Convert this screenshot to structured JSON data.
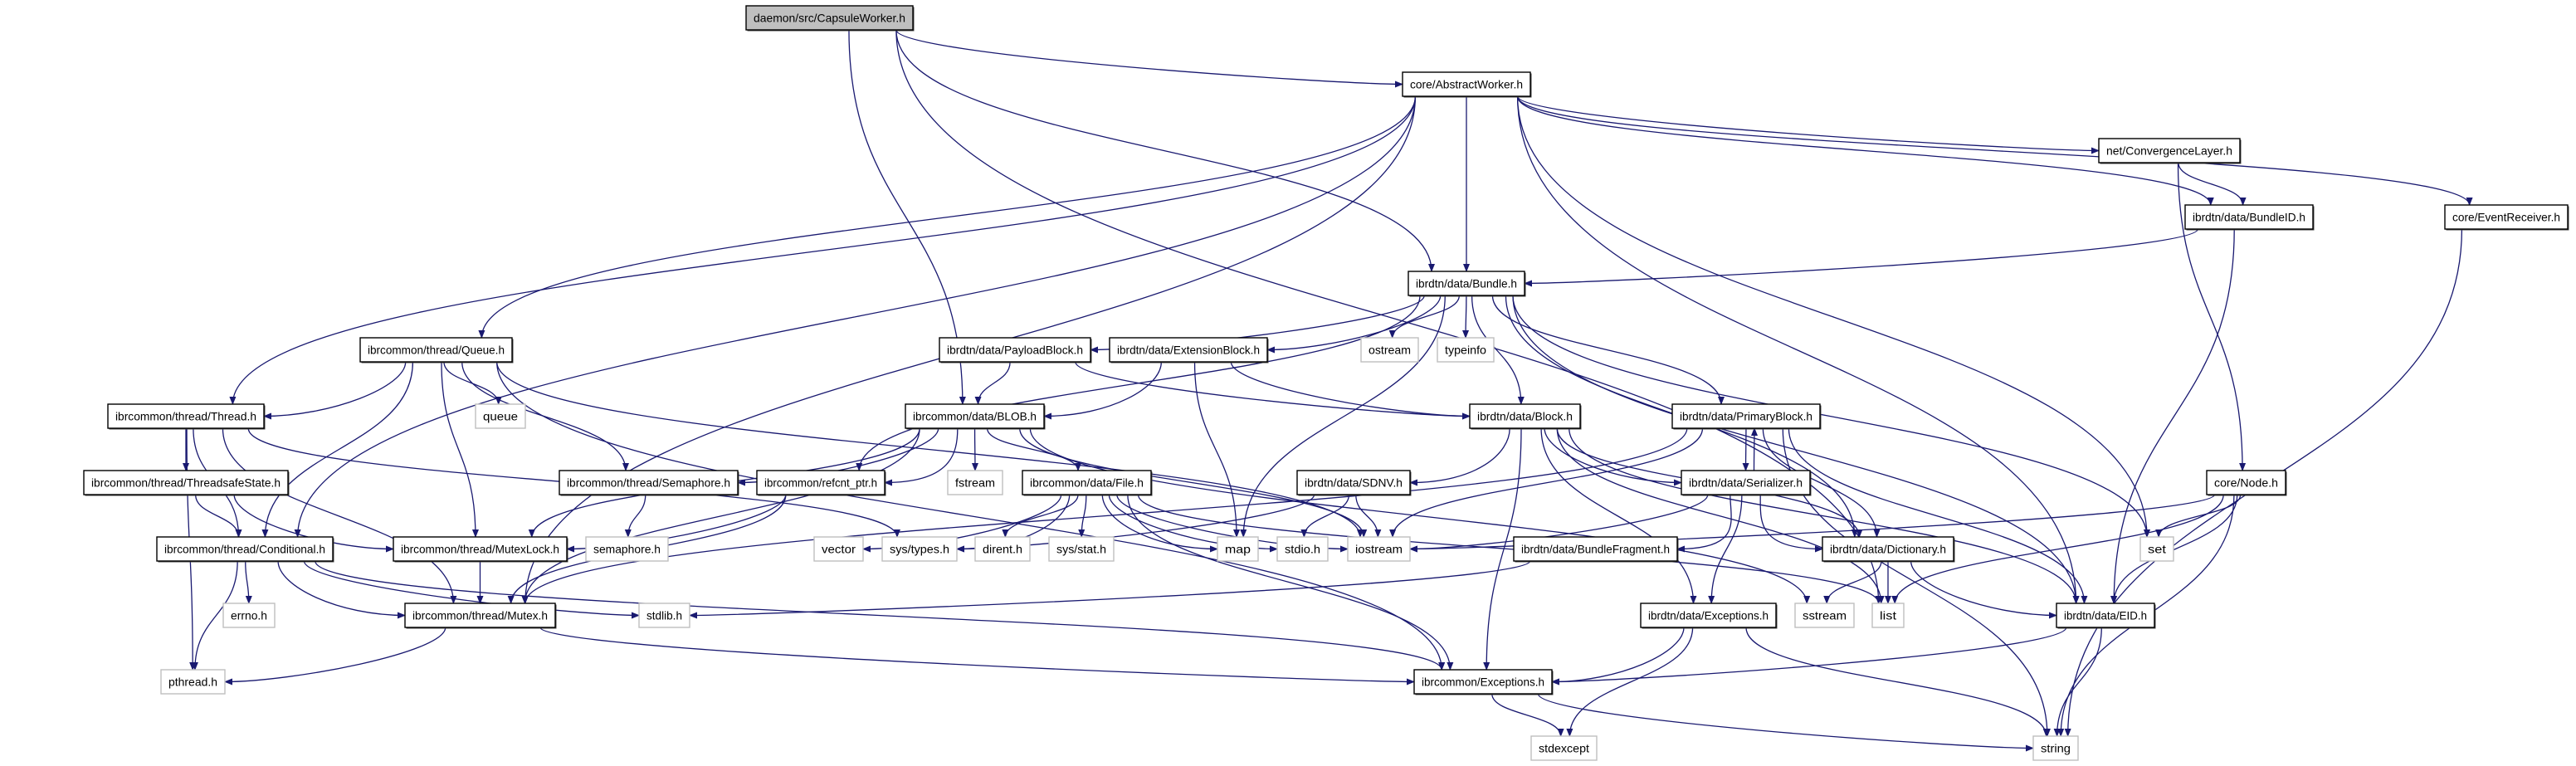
{
  "colors": {
    "edge": "#191970",
    "root_fill": "#bfbfbf",
    "documented_border": "#000000",
    "system_border": "#bfbfbf",
    "node_fill": "#ffffff"
  },
  "nodes": [
    {
      "id": "capsule",
      "label": "daemon/src/CapsuleWorker.h",
      "kind": "root"
    },
    {
      "id": "abstractworker",
      "label": "core/AbstractWorker.h",
      "kind": "documented"
    },
    {
      "id": "convergencelayer",
      "label": "net/ConvergenceLayer.h",
      "kind": "documented"
    },
    {
      "id": "bundleid",
      "label": "ibrdtn/data/BundleID.h",
      "kind": "documented"
    },
    {
      "id": "eventreceiver",
      "label": "core/EventReceiver.h",
      "kind": "documented"
    },
    {
      "id": "bundle",
      "label": "ibrdtn/data/Bundle.h",
      "kind": "documented"
    },
    {
      "id": "queue",
      "label": "ibrcommon/thread/Queue.h",
      "kind": "documented"
    },
    {
      "id": "payloadblock",
      "label": "ibrdtn/data/PayloadBlock.h",
      "kind": "documented"
    },
    {
      "id": "extensionblock",
      "label": "ibrdtn/data/ExtensionBlock.h",
      "kind": "documented"
    },
    {
      "id": "ostream",
      "label": "ostream",
      "kind": "system"
    },
    {
      "id": "typeinfo",
      "label": "typeinfo",
      "kind": "system"
    },
    {
      "id": "thread",
      "label": "ibrcommon/thread/Thread.h",
      "kind": "documented"
    },
    {
      "id": "queue_std",
      "label": "queue",
      "kind": "system"
    },
    {
      "id": "blob",
      "label": "ibrcommon/data/BLOB.h",
      "kind": "documented"
    },
    {
      "id": "block",
      "label": "ibrdtn/data/Block.h",
      "kind": "documented"
    },
    {
      "id": "primaryblock",
      "label": "ibrdtn/data/PrimaryBlock.h",
      "kind": "documented"
    },
    {
      "id": "threadsafestate",
      "label": "ibrcommon/thread/ThreadsafeState.h",
      "kind": "documented"
    },
    {
      "id": "semaphore",
      "label": "ibrcommon/thread/Semaphore.h",
      "kind": "documented"
    },
    {
      "id": "refcnt",
      "label": "ibrcommon/refcnt_ptr.h",
      "kind": "documented"
    },
    {
      "id": "fstream",
      "label": "fstream",
      "kind": "system"
    },
    {
      "id": "file",
      "label": "ibrcommon/data/File.h",
      "kind": "documented"
    },
    {
      "id": "sdnv",
      "label": "ibrdtn/data/SDNV.h",
      "kind": "documented"
    },
    {
      "id": "serializer",
      "label": "ibrdtn/data/Serializer.h",
      "kind": "documented"
    },
    {
      "id": "node",
      "label": "core/Node.h",
      "kind": "documented"
    },
    {
      "id": "conditional",
      "label": "ibrcommon/thread/Conditional.h",
      "kind": "documented"
    },
    {
      "id": "mutexlock",
      "label": "ibrcommon/thread/MutexLock.h",
      "kind": "documented"
    },
    {
      "id": "semaphore_h",
      "label": "semaphore.h",
      "kind": "system"
    },
    {
      "id": "vector",
      "label": "vector",
      "kind": "system"
    },
    {
      "id": "systypes",
      "label": "sys/types.h",
      "kind": "system"
    },
    {
      "id": "dirent",
      "label": "dirent.h",
      "kind": "system"
    },
    {
      "id": "sysstat",
      "label": "sys/stat.h",
      "kind": "system"
    },
    {
      "id": "map",
      "label": "map",
      "kind": "system"
    },
    {
      "id": "stdio",
      "label": "stdio.h",
      "kind": "system"
    },
    {
      "id": "iostream",
      "label": "iostream",
      "kind": "system"
    },
    {
      "id": "bundlefragment",
      "label": "ibrdtn/data/BundleFragment.h",
      "kind": "documented"
    },
    {
      "id": "dictionary",
      "label": "ibrdtn/data/Dictionary.h",
      "kind": "documented"
    },
    {
      "id": "set",
      "label": "set",
      "kind": "system"
    },
    {
      "id": "errno",
      "label": "errno.h",
      "kind": "system"
    },
    {
      "id": "mutex",
      "label": "ibrcommon/thread/Mutex.h",
      "kind": "documented"
    },
    {
      "id": "stdlib",
      "label": "stdlib.h",
      "kind": "system"
    },
    {
      "id": "dataexceptions",
      "label": "ibrdtn/data/Exceptions.h",
      "kind": "documented"
    },
    {
      "id": "sstream",
      "label": "sstream",
      "kind": "system"
    },
    {
      "id": "list",
      "label": "list",
      "kind": "system"
    },
    {
      "id": "eid",
      "label": "ibrdtn/data/EID.h",
      "kind": "documented"
    },
    {
      "id": "pthread",
      "label": "pthread.h",
      "kind": "system"
    },
    {
      "id": "exceptions",
      "label": "ibrcommon/Exceptions.h",
      "kind": "documented"
    },
    {
      "id": "stdexcept",
      "label": "stdexcept",
      "kind": "system"
    },
    {
      "id": "string",
      "label": "string",
      "kind": "system"
    }
  ],
  "edges": [
    [
      "capsule",
      "abstractworker"
    ],
    [
      "capsule",
      "bundle"
    ],
    [
      "capsule",
      "blob"
    ],
    [
      "capsule",
      "list"
    ],
    [
      "abstractworker",
      "queue"
    ],
    [
      "abstractworker",
      "thread"
    ],
    [
      "abstractworker",
      "conditional"
    ],
    [
      "abstractworker",
      "mutex"
    ],
    [
      "abstractworker",
      "bundle"
    ],
    [
      "abstractworker",
      "convergencelayer"
    ],
    [
      "abstractworker",
      "bundleid"
    ],
    [
      "abstractworker",
      "eventreceiver"
    ],
    [
      "abstractworker",
      "set"
    ],
    [
      "abstractworker",
      "eid"
    ],
    [
      "convergencelayer",
      "bundleid"
    ],
    [
      "convergencelayer",
      "node"
    ],
    [
      "bundleid",
      "bundle"
    ],
    [
      "bundleid",
      "eid"
    ],
    [
      "eventreceiver",
      "string"
    ],
    [
      "bundle",
      "payloadblock"
    ],
    [
      "bundle",
      "extensionblock"
    ],
    [
      "bundle",
      "ostream"
    ],
    [
      "bundle",
      "typeinfo"
    ],
    [
      "bundle",
      "map"
    ],
    [
      "bundle",
      "block"
    ],
    [
      "bundle",
      "primaryblock"
    ],
    [
      "bundle",
      "dictionary"
    ],
    [
      "bundle",
      "eid"
    ],
    [
      "bundle",
      "set"
    ],
    [
      "bundle",
      "refcnt"
    ],
    [
      "queue",
      "thread"
    ],
    [
      "queue",
      "queue_std"
    ],
    [
      "queue",
      "conditional"
    ],
    [
      "queue",
      "semaphore"
    ],
    [
      "queue",
      "mutexlock"
    ],
    [
      "queue",
      "exceptions"
    ],
    [
      "queue",
      "iostream"
    ],
    [
      "thread",
      "threadsafestate"
    ],
    [
      "thread",
      "conditional"
    ],
    [
      "thread",
      "mutex"
    ],
    [
      "thread",
      "pthread"
    ],
    [
      "thread",
      "systypes"
    ],
    [
      "threadsafestate",
      "conditional"
    ],
    [
      "threadsafestate",
      "mutexlock"
    ],
    [
      "conditional",
      "errno"
    ],
    [
      "conditional",
      "pthread"
    ],
    [
      "conditional",
      "mutex"
    ],
    [
      "conditional",
      "stdlib"
    ],
    [
      "conditional",
      "exceptions"
    ],
    [
      "mutexlock",
      "mutex"
    ],
    [
      "mutex",
      "pthread"
    ],
    [
      "mutex",
      "exceptions"
    ],
    [
      "semaphore",
      "semaphore_h"
    ],
    [
      "refcnt",
      "mutexlock"
    ],
    [
      "refcnt",
      "mutex"
    ],
    [
      "blob",
      "refcnt"
    ],
    [
      "blob",
      "semaphore"
    ],
    [
      "blob",
      "mutexlock"
    ],
    [
      "blob",
      "fstream"
    ],
    [
      "blob",
      "file"
    ],
    [
      "blob",
      "iostream"
    ],
    [
      "blob",
      "mutex"
    ],
    [
      "blob",
      "sstream"
    ],
    [
      "file",
      "vector"
    ],
    [
      "file",
      "systypes"
    ],
    [
      "file",
      "dirent"
    ],
    [
      "file",
      "sysstat"
    ],
    [
      "file",
      "map"
    ],
    [
      "file",
      "stdio"
    ],
    [
      "file",
      "iostream"
    ],
    [
      "file",
      "exceptions"
    ],
    [
      "file",
      "list"
    ],
    [
      "payloadblock",
      "blob"
    ],
    [
      "payloadblock",
      "block"
    ],
    [
      "extensionblock",
      "blob"
    ],
    [
      "extensionblock",
      "block"
    ],
    [
      "extensionblock",
      "map"
    ],
    [
      "block",
      "sdnv"
    ],
    [
      "block",
      "serializer"
    ],
    [
      "block",
      "dictionary"
    ],
    [
      "block",
      "eid"
    ],
    [
      "block",
      "list"
    ],
    [
      "block",
      "dataexceptions"
    ],
    [
      "block",
      "exceptions"
    ],
    [
      "sdnv",
      "systypes"
    ],
    [
      "sdnv",
      "stdio"
    ],
    [
      "sdnv",
      "iostream"
    ],
    [
      "primaryblock",
      "serializer"
    ],
    [
      "primaryblock",
      "iostream"
    ],
    [
      "primaryblock",
      "mutex"
    ],
    [
      "primaryblock",
      "dictionary"
    ],
    [
      "primaryblock",
      "eid"
    ],
    [
      "primaryblock",
      "string"
    ],
    [
      "serializer",
      "primaryblock"
    ],
    [
      "serializer",
      "dictionary"
    ],
    [
      "serializer",
      "dataexceptions"
    ],
    [
      "serializer",
      "bundlefragment"
    ],
    [
      "serializer",
      "iostream"
    ],
    [
      "bundlefragment",
      "stdlib"
    ],
    [
      "dictionary",
      "sstream"
    ],
    [
      "dictionary",
      "list"
    ],
    [
      "dictionary",
      "eid"
    ],
    [
      "dataexceptions",
      "exceptions"
    ],
    [
      "dataexceptions",
      "stdexcept"
    ],
    [
      "dataexceptions",
      "string"
    ],
    [
      "eid",
      "exceptions"
    ],
    [
      "eid",
      "string"
    ],
    [
      "exceptions",
      "stdexcept"
    ],
    [
      "exceptions",
      "string"
    ],
    [
      "node",
      "set"
    ],
    [
      "node",
      "list"
    ],
    [
      "node",
      "eid"
    ],
    [
      "node",
      "string"
    ],
    [
      "node",
      "iostream"
    ]
  ]
}
